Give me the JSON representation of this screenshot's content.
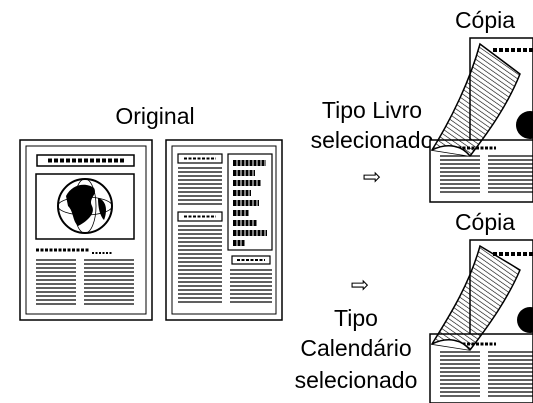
{
  "labels": {
    "original": "Original",
    "copy_top": "Cópia",
    "copy_bottom": "Cópia",
    "book_line1": "Tipo Livro",
    "book_line2": "selecionado",
    "calendar_line1": "Tipo",
    "calendar_line2": "Calendário",
    "calendar_line3": "selecionado"
  },
  "arrows": {
    "glyph": "⇨"
  }
}
